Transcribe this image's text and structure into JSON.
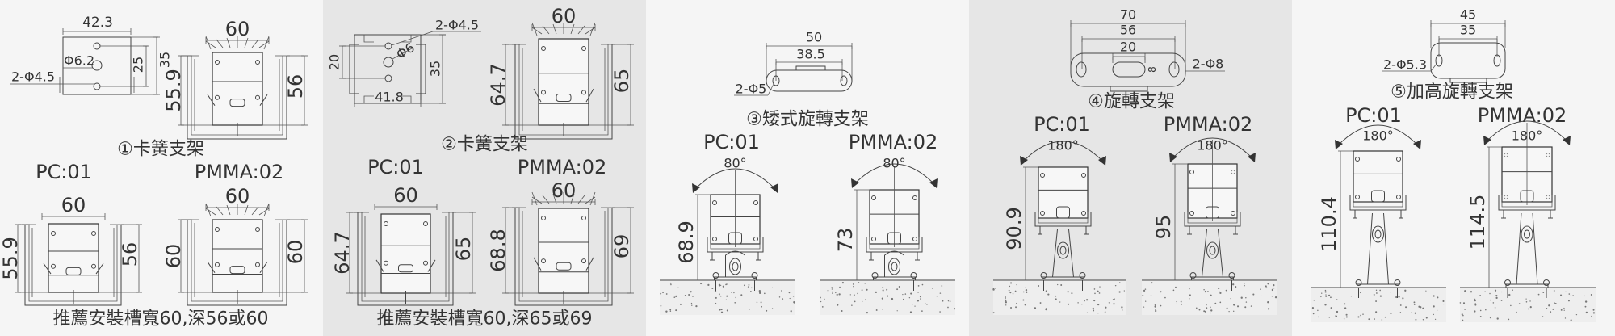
{
  "panels": [
    {
      "title": "①卡簧支架",
      "top_view": {
        "width": "42.3",
        "center_hole": "Φ6.2",
        "holes": "2-Φ4.5",
        "inner_spacing": "25",
        "outer_height": "35"
      },
      "preview": {
        "width": "60",
        "left_depth": "55.9",
        "right_depth": "56"
      },
      "pc": {
        "label": "PC:01",
        "width": "60",
        "left_depth": "55.9",
        "right_depth": "56"
      },
      "pmma": {
        "label": "PMMA:02",
        "width": "60",
        "left_depth": "60",
        "right_depth": "60"
      },
      "caption": "推薦安裝槽寬60,深56或60"
    },
    {
      "title": "②卡簧支架",
      "top_view": {
        "holes": "2-Φ4.5",
        "center_hole": "Φ6",
        "inner_spacing": "20",
        "outer_height": "35",
        "width": "41.8"
      },
      "preview": {
        "width": "60",
        "left_depth": "64.7",
        "right_depth": "65"
      },
      "pc": {
        "label": "PC:01",
        "width": "60",
        "left_depth": "64.7",
        "right_depth": "65"
      },
      "pmma": {
        "label": "PMMA:02",
        "width": "60",
        "left_depth": "68.8",
        "right_depth": "69"
      },
      "caption": "推薦安裝槽寬60,深65或69"
    },
    {
      "title": "③矮式旋轉支架",
      "top_view": {
        "outer": "50",
        "inner": "38.5",
        "holes": "2-Φ5"
      },
      "pc": {
        "label": "PC:01",
        "angle": "80°",
        "height": "68.9"
      },
      "pmma": {
        "label": "PMMA:02",
        "angle": "80°",
        "height": "73"
      }
    },
    {
      "title": "④旋轉支架",
      "top_view": {
        "outer": "70",
        "inner": "56",
        "slot": "20",
        "slot_width": "8",
        "holes": "2-Φ8"
      },
      "pc": {
        "label": "PC:01",
        "angle": "180°",
        "height": "90.9"
      },
      "pmma": {
        "label": "PMMA:02",
        "angle": "180°",
        "height": "95"
      }
    },
    {
      "title": "⑤加高旋轉支架",
      "top_view": {
        "outer": "45",
        "inner": "35",
        "holes": "2-Φ5.3"
      },
      "pc": {
        "label": "PC:01",
        "angle": "180°",
        "height": "110.4"
      },
      "pmma": {
        "label": "PMMA:02",
        "angle": "180°",
        "height": "114.5"
      }
    }
  ],
  "colors": {
    "panel_light": "#f5f5f5",
    "panel_gray": "#e6e6e6",
    "line": "#444444"
  }
}
